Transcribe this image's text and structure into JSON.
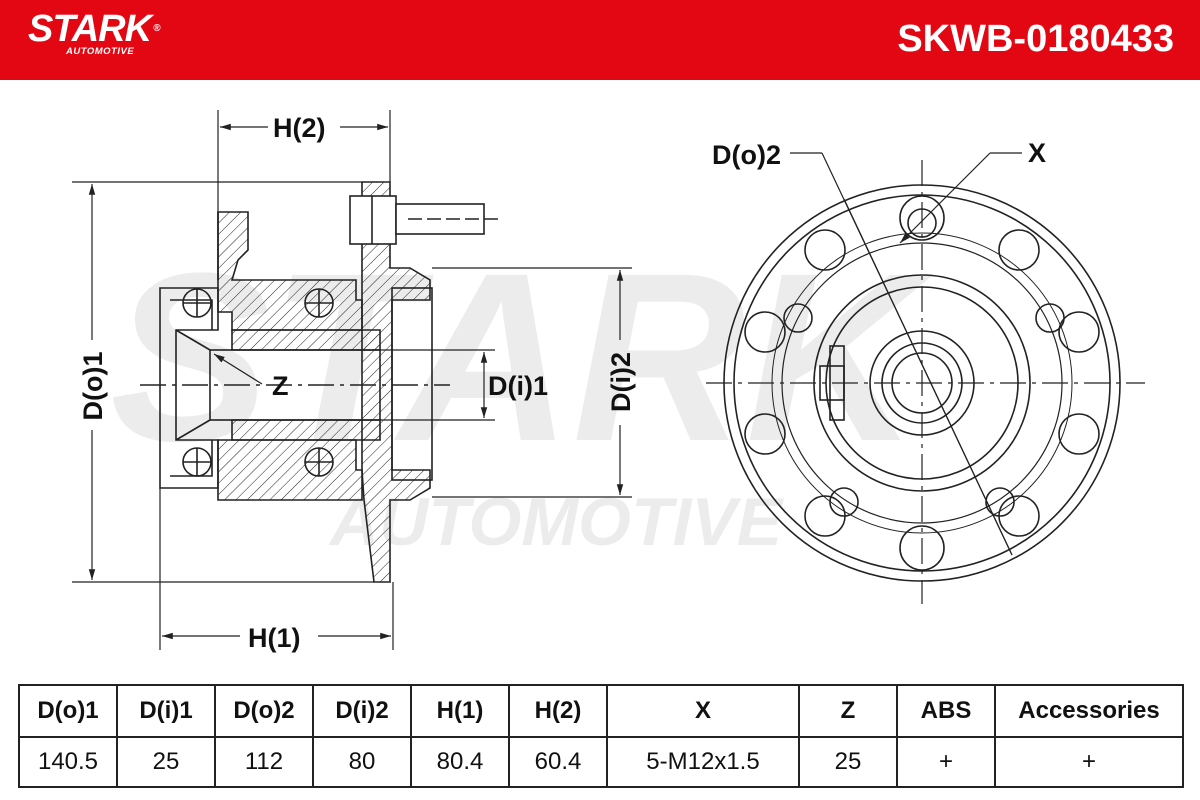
{
  "header": {
    "brand": "STARK",
    "brand_sub": "AUTOMOTIVE",
    "reg_mark": "®",
    "part_number": "SKWB-0180433",
    "color": "#e30613"
  },
  "watermark": {
    "line1": "STARK",
    "line2": "AUTOMOTIVE"
  },
  "labels": {
    "h2": "H(2)",
    "h1": "H(1)",
    "do1": "D(o)1",
    "z": "Z",
    "di1": "D(i)1",
    "di2": "D(i)2",
    "do2": "D(o)2",
    "x": "X"
  },
  "table": {
    "headers": [
      "D(o)1",
      "D(i)1",
      "D(o)2",
      "D(i)2",
      "H(1)",
      "H(2)",
      "X",
      "Z",
      "ABS",
      "Accessories"
    ],
    "values": [
      "140.5",
      "25",
      "112",
      "80",
      "80.4",
      "60.4",
      "5-M12x1.5",
      "25",
      "+",
      "+"
    ]
  }
}
